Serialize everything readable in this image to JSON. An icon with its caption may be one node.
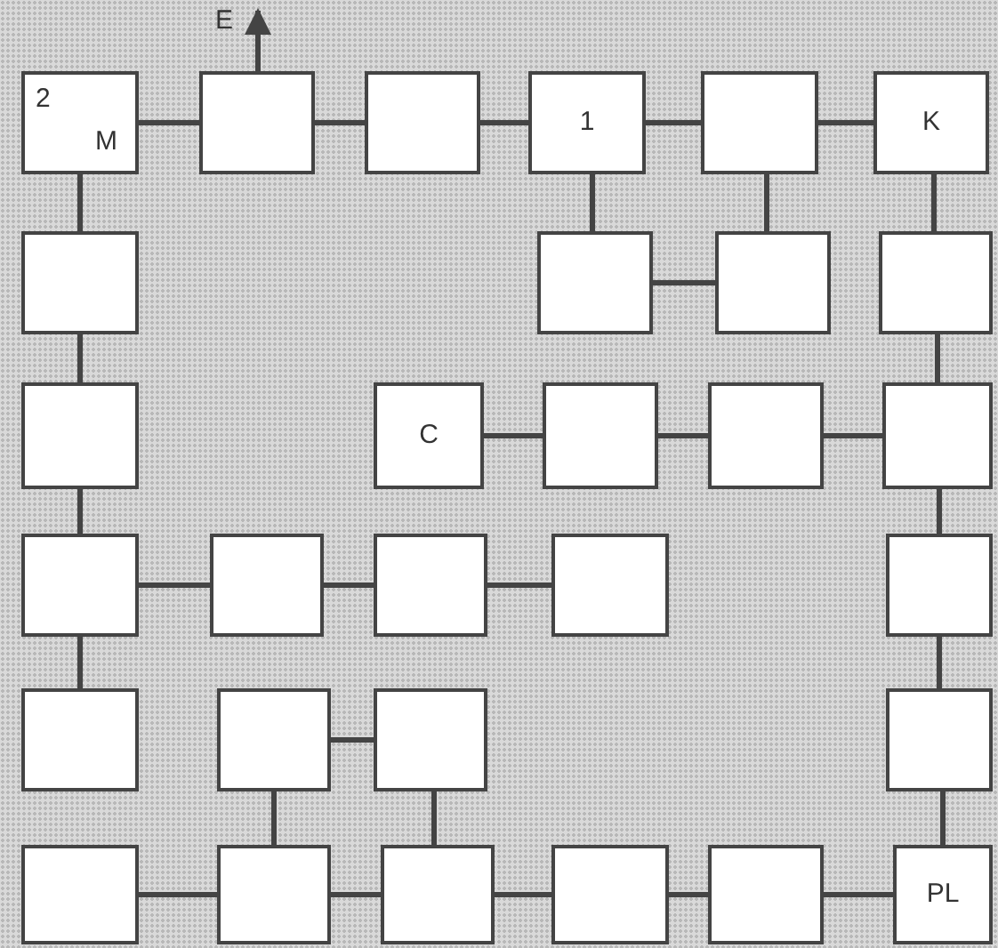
{
  "diagram": {
    "nodes": [
      {
        "text": [
          "2",
          "M"
        ]
      },
      {
        "text": [],
        "shape": "box"
      },
      {
        "text": [],
        "shape": "box"
      },
      {
        "text": [
          "1"
        ]
      },
      {
        "text": [],
        "shape": "box"
      },
      {
        "text": [
          "K"
        ]
      },
      {
        "text": [],
        "shape": "box"
      },
      {
        "text": [],
        "shape": "box"
      },
      {
        "text": [],
        "shape": "box"
      },
      {
        "text": [],
        "shape": "box"
      },
      {
        "text": [],
        "shape": "box"
      },
      {
        "text": [
          "C"
        ]
      },
      {
        "text": [],
        "shape": "box"
      },
      {
        "text": [],
        "shape": "box"
      },
      {
        "text": [],
        "shape": "box"
      },
      {
        "text": [],
        "shape": "box"
      },
      {
        "text": [],
        "shape": "box"
      },
      {
        "text": [],
        "shape": "box"
      },
      {
        "text": [],
        "shape": "box"
      },
      {
        "text": [],
        "shape": "box"
      },
      {
        "text": [],
        "shape": "box"
      },
      {
        "text": [],
        "shape": "box"
      },
      {
        "text": [],
        "shape": "box"
      },
      {
        "text": [],
        "shape": "box"
      },
      {
        "text": [],
        "shape": "box"
      },
      {
        "text": [],
        "shape": "box"
      },
      {
        "text": [],
        "shape": "box"
      },
      {
        "text": [],
        "shape": "box"
      },
      {
        "text": [],
        "shape": "box"
      },
      {
        "text": [
          "PL"
        ]
      }
    ],
    "edges": [
      {
        "from": 0,
        "to": 1,
        "arrow": "none"
      },
      {
        "from": 1,
        "to": 2,
        "arrow": "none"
      },
      {
        "from": 2,
        "to": 3,
        "arrow": "none"
      },
      {
        "from": 3,
        "to": 4,
        "arrow": "none"
      },
      {
        "from": 4,
        "to": 5,
        "arrow": "none"
      },
      {
        "from": 1,
        "to": null,
        "arrow": "to",
        "label": "E"
      },
      {
        "from": 0,
        "to": 6,
        "arrow": "none"
      },
      {
        "from": 3,
        "to": 7,
        "arrow": "none"
      },
      {
        "from": 4,
        "to": 8,
        "arrow": "none"
      },
      {
        "from": 7,
        "to": 8,
        "arrow": "none"
      },
      {
        "from": 5,
        "to": 9,
        "arrow": "none"
      },
      {
        "from": 6,
        "to": 10,
        "arrow": "none"
      },
      {
        "from": 10,
        "to": 15,
        "arrow": "none"
      },
      {
        "from": 15,
        "to": 20,
        "arrow": "none"
      },
      {
        "from": 11,
        "to": 12,
        "arrow": "none"
      },
      {
        "from": 12,
        "to": 13,
        "arrow": "none"
      },
      {
        "from": 13,
        "to": 14,
        "arrow": "none"
      },
      {
        "from": 9,
        "to": 14,
        "arrow": "none"
      },
      {
        "from": 14,
        "to": 19,
        "arrow": "none"
      },
      {
        "from": 19,
        "to": 23,
        "arrow": "none"
      },
      {
        "from": 23,
        "to": 29,
        "arrow": "none"
      },
      {
        "from": 15,
        "to": 16,
        "arrow": "none"
      },
      {
        "from": 16,
        "to": 17,
        "arrow": "none"
      },
      {
        "from": 17,
        "to": 18,
        "arrow": "none"
      },
      {
        "from": 21,
        "to": 22,
        "arrow": "none"
      },
      {
        "from": 21,
        "to": 25,
        "arrow": "none"
      },
      {
        "from": 22,
        "to": 26,
        "arrow": "none"
      },
      {
        "from": 24,
        "to": 25,
        "arrow": "none"
      },
      {
        "from": 25,
        "to": 26,
        "arrow": "none"
      },
      {
        "from": 26,
        "to": 27,
        "arrow": "none"
      },
      {
        "from": 27,
        "to": 28,
        "arrow": "none"
      },
      {
        "from": 28,
        "to": 29,
        "arrow": "none"
      }
    ]
  }
}
